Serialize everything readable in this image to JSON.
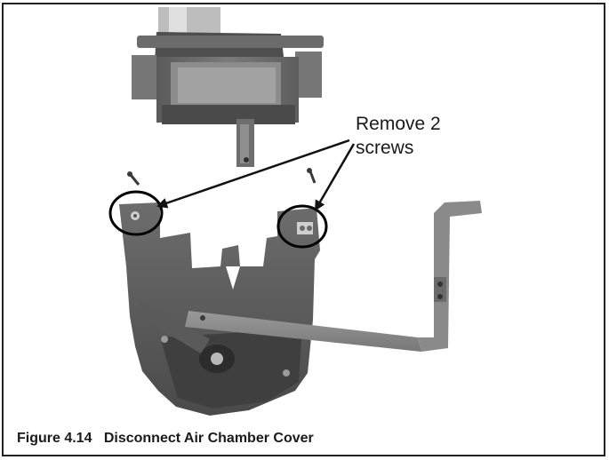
{
  "callout": {
    "line1": "Remove 2",
    "line2": "screws"
  },
  "caption": {
    "number": "Figure 4.14",
    "title": "Disconnect Air Chamber Cover"
  }
}
